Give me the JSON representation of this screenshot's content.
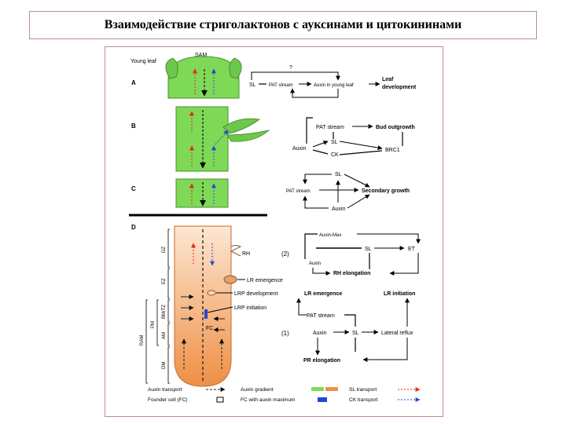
{
  "slide": {
    "title": "Взаимодействие стриголактонов с ауксинами и цитокининами"
  },
  "figure": {
    "panel_labels": [
      "A",
      "B",
      "C",
      "D"
    ],
    "panel_a": {
      "young_leaf": "Young leaf",
      "sam": "SAM",
      "question": "?",
      "sl": "SL",
      "pat_stream": "PAT stream",
      "auxin_young_leaf": "Auxin in young leaf",
      "leaf_development_1": "Leaf",
      "leaf_development_2": "development"
    },
    "panel_b": {
      "pat_stream": "PAT stream",
      "bud_outgrowth": "Bud outgrowth",
      "sl": "SL",
      "auxin": "Auxin",
      "ck": "CK",
      "brc1": "BRC1"
    },
    "panel_c": {
      "sl": "SL",
      "pat_stream": "PAT stream",
      "secondary_growth": "Secondary growth",
      "auxin": "Auxin"
    },
    "panel_d": {
      "zones": [
        "DZ",
        "EZ",
        "BM/TZ",
        "AM",
        "DM",
        "PM",
        "RAM"
      ],
      "rh": "RH",
      "lr_emergence": "LR emergence",
      "lrp_development": "LRP development",
      "lrp_initiation": "LRP initiation",
      "fc": "FC",
      "pathway_2": "(2)",
      "pathway_1": "(1)",
      "auxin_max": "Auxin-Max",
      "sl": "SL",
      "et": "ET",
      "auxin": "Auxin",
      "rh_elongation": "RH elongation",
      "lr_emergence_right": "LR emergence",
      "lr_initiation": "LR initiation",
      "pat_stream": "PAT stream",
      "auxin_2": "Auxin",
      "sl_2": "SL",
      "lateral_reflux": "Lateral reflux",
      "pr_elongation": "PR elongation"
    },
    "legend": {
      "auxin_transport": "Auxin transport",
      "auxin_gradient": "Auxin gradient",
      "sl_transport": "SL transport",
      "founder_cell": "Founder cell (FC)",
      "fc_auxin_max": "FC with auxin maximum",
      "ck_transport": "CK transport"
    },
    "colors": {
      "tissue_green": "#7ed957",
      "root_orange": "#f0a868",
      "sl_red": "#e8231f",
      "ck_blue": "#2446d8"
    }
  }
}
